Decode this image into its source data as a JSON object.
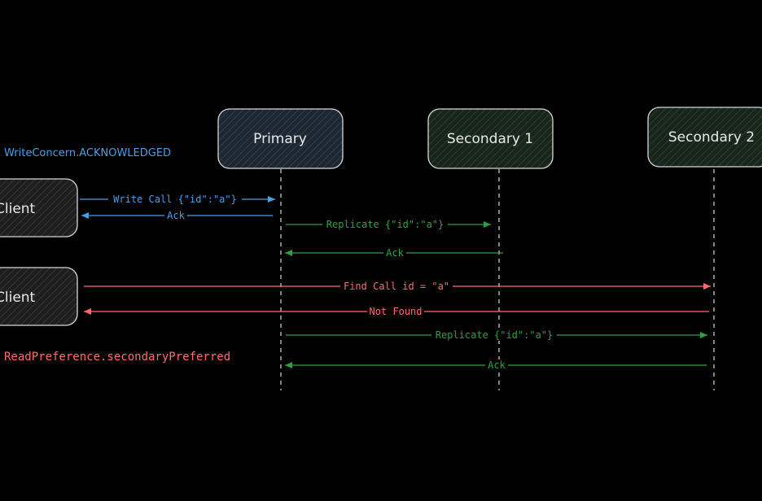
{
  "colors": {
    "background": "#000000",
    "box_stroke": "#d8d8d8",
    "primary_fill": "#1c2733",
    "secondary_fill": "#17251b",
    "client_fill": "#1e1e1e",
    "write_blue": "#4a9ee6",
    "replicate_green": "#2f9e44",
    "read_red": "#ff6b6b",
    "lifeline": "#d8d8d8"
  },
  "nodes": {
    "primary": "Primary",
    "secondary1": "Secondary 1",
    "secondary2": "Secondary 2",
    "client_top": "Client",
    "client_bottom": "Client"
  },
  "annotations": {
    "write_concern": "WriteConcern.ACKNOWLEDGED",
    "read_preference": "ReadPreference.secondaryPreferred"
  },
  "messages": {
    "write_call": "Write Call {\"id\":\"a\"}",
    "write_ack": "Ack",
    "replicate_s1": "Replicate {\"id\":\"a\"}",
    "ack_s1": "Ack",
    "find_call": "Find Call id = \"a\"",
    "not_found": "Not Found",
    "replicate_s2": "Replicate {\"id\":\"a\"}",
    "ack_s2": "Ack"
  }
}
